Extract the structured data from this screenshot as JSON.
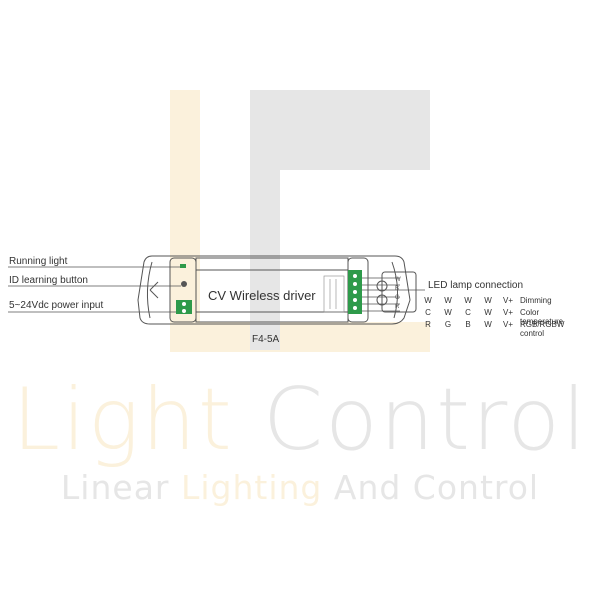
{
  "watermark": {
    "line1_a": "Light",
    "line1_b": "Control",
    "line2_a": "Linear ",
    "line2_b": "Lighting",
    "line2_c": " And Control",
    "color_cream": "#fbf1dc",
    "color_gray": "#e6e6e6"
  },
  "labels": {
    "running_light": "Running light",
    "id_learning": "ID learning button",
    "power_input": "5~24Vdc power input",
    "led_connection": "LED lamp connection",
    "model": "F4-5A",
    "device_title": "CV Wireless driver"
  },
  "wiring_table": {
    "rows": [
      {
        "cells": [
          "W",
          "W",
          "W",
          "W",
          "V+"
        ],
        "function": "Dimming"
      },
      {
        "cells": [
          "C",
          "W",
          "C",
          "W",
          "V+"
        ],
        "function": "Color temperature"
      },
      {
        "cells": [
          "R",
          "G",
          "B",
          "W",
          "V+"
        ],
        "function": "RGB/RGBW control"
      }
    ]
  },
  "right_connector_pins": [
    "W",
    "B",
    "G",
    "R"
  ],
  "line_color": "#555555",
  "terminal_color": "#2e9a4a"
}
